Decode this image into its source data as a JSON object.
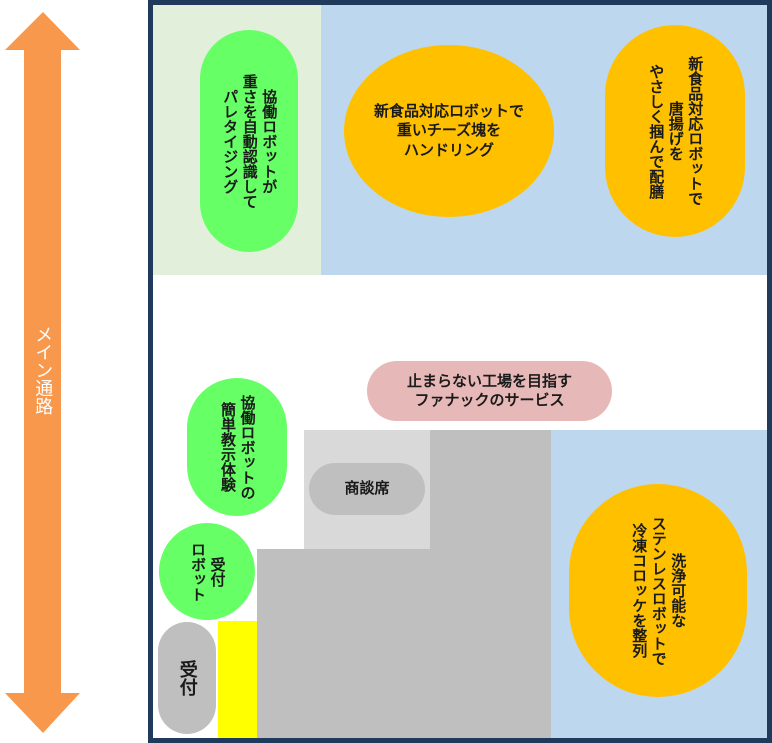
{
  "aisle": {
    "label": "メイン通路",
    "arrow_color": "#f7984d"
  },
  "colors": {
    "frame": "#1f3a5a",
    "zone_blue": "#bdd7ee",
    "zone_green": "#e2efda",
    "pill_green": "#66ff66",
    "pill_orange": "#ffc000",
    "pill_pink": "#e6b8b7",
    "gray_dark": "#bfbfbf",
    "gray_light": "#d9d9d9",
    "yellow": "#ffff00"
  },
  "booths": {
    "palletizing": "協働ロボットが\n重さを自動認識して\nパレタイジング",
    "cheese": "新食品対応ロボットで\n重いチーズ塊を\nハンドリング",
    "karaage": "新食品対応ロボットで\n唐揚げを\nやさしく掴んで配膳",
    "services": "止まらない工場を目指す\nファナックのサービス",
    "teaching": "協働ロボットの\n簡単教示体験",
    "meeting": "商談席",
    "reception_robot": "受付\nロボット",
    "reception": "受付",
    "stainless": "洗浄可能な\nステンレスロボットで\n冷凍コロッケを整列"
  }
}
